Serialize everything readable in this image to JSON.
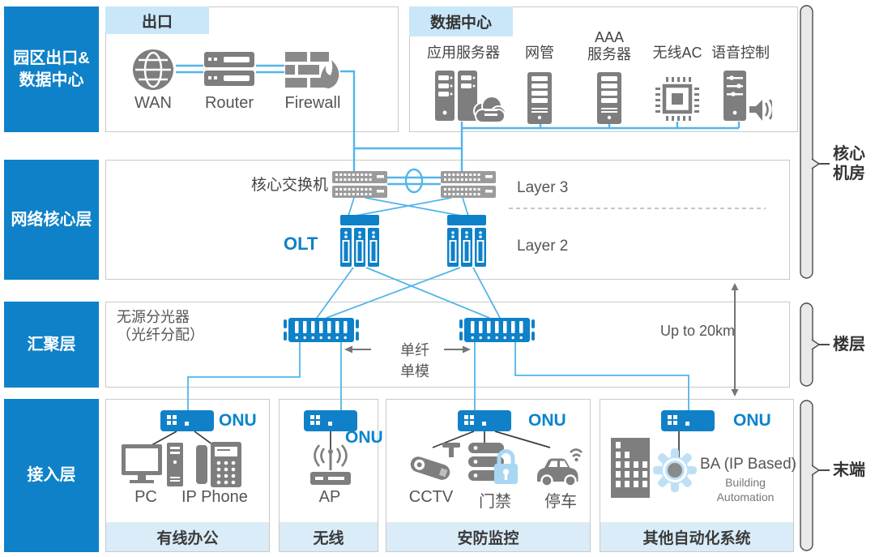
{
  "palette": {
    "primary_blue": "#0E81C8",
    "onu_text_blue": "#0A84CE",
    "tab_bg": "#C9E7F8",
    "footer_bg": "#D9ECF8",
    "line_blue": "#52B5E9",
    "icon_gray": "#7E7E7E",
    "switch_gray": "#9B9B9B",
    "lock_light_blue": "#A9D7F2",
    "gear_light_blue": "#BEE0F5",
    "text_dark": "#3A3A3A",
    "border_gray": "#C9C9C9",
    "bracket_fill": "#E9E9E9"
  },
  "sidebar": {
    "items": [
      {
        "line1": "园区出口&",
        "line2": "数据中心"
      },
      {
        "line1": "网络核心层"
      },
      {
        "line1": "汇聚层"
      },
      {
        "line1": "接入层"
      }
    ]
  },
  "exit_section": {
    "tab": "出口",
    "nodes": [
      {
        "label": "WAN"
      },
      {
        "label": "Router"
      },
      {
        "label": "Firewall"
      }
    ]
  },
  "datacenter_section": {
    "tab": "数据中心",
    "nodes": [
      {
        "label": "应用服务器"
      },
      {
        "label": "网管"
      },
      {
        "label": "AAA",
        "label2": "服务器"
      },
      {
        "label": "无线AC"
      },
      {
        "label": "语音控制"
      }
    ]
  },
  "core_section": {
    "core_switch_label": "核心交换机",
    "layer3_label": "Layer 3",
    "layer2_label": "Layer 2",
    "olt_label": "OLT"
  },
  "aggregation_section": {
    "splitter_line1": "无源分光器",
    "splitter_line2": "（光纤分配）",
    "fiber_line1": "单纤",
    "fiber_line2": "单模",
    "distance_label": "Up to 20km"
  },
  "access_section": {
    "groups": [
      {
        "onu_label": "ONU",
        "footer": "有线办公",
        "devices": [
          {
            "label": "PC"
          },
          {
            "label": "IP Phone"
          }
        ]
      },
      {
        "onu_label": "ONU",
        "footer": "无线",
        "devices": [
          {
            "label": "AP"
          }
        ]
      },
      {
        "onu_label": "ONU",
        "footer": "安防监控",
        "devices": [
          {
            "label": "CCTV"
          },
          {
            "label": "门禁"
          },
          {
            "label": "停车"
          }
        ]
      },
      {
        "onu_label": "ONU",
        "footer": "其他自动化系统",
        "devices": [
          {
            "label": "BA (IP Based)",
            "sub_line1": "Building",
            "sub_line2": "Automation"
          }
        ]
      }
    ]
  },
  "brackets": [
    {
      "line1": "核心",
      "line2": "机房"
    },
    {
      "line1": "楼层"
    },
    {
      "line1": "末端"
    }
  ]
}
